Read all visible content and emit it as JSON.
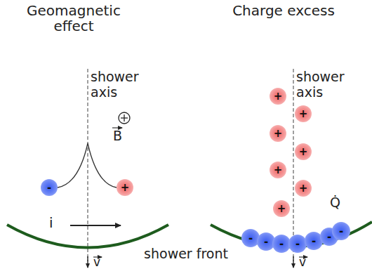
{
  "diagram": {
    "nodes": [
      {
        "text": [
          "-"
        ]
      },
      {
        "text": [
          "+"
        ]
      },
      {
        "text": [
          "+"
        ]
      },
      {
        "text": [
          "+"
        ]
      },
      {
        "text": [
          "+"
        ]
      },
      {
        "text": [
          "+"
        ]
      },
      {
        "text": [
          "+"
        ]
      },
      {
        "text": [
          "+"
        ]
      },
      {
        "text": [
          "+"
        ]
      },
      {
        "text": [
          "-"
        ]
      },
      {
        "text": [
          "-"
        ]
      },
      {
        "text": [
          "-"
        ]
      },
      {
        "text": [
          "-"
        ]
      },
      {
        "text": [
          "-"
        ]
      },
      {
        "text": [
          "-"
        ]
      },
      {
        "text": [
          "-"
        ]
      }
    ],
    "labels": [
      "Geomagnetic effect",
      "Charge excess",
      "shower axis",
      "shower axis",
      "B",
      "i",
      "Q̇",
      "shower front",
      "v",
      "v"
    ]
  }
}
